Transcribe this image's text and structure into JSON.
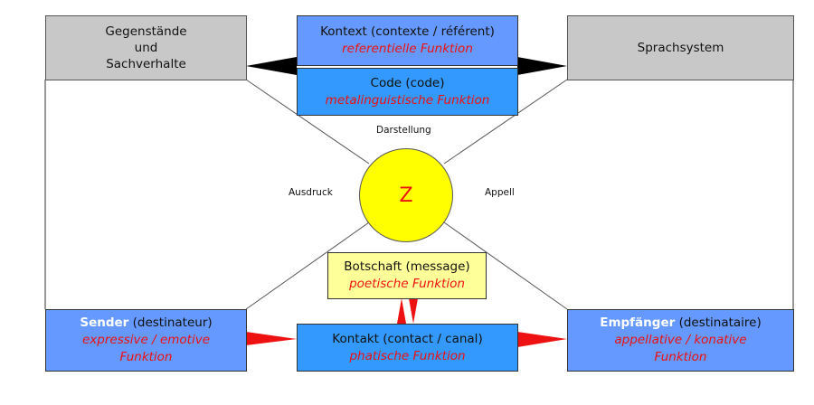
{
  "diagram": {
    "title": "Jakobson / Bühler Kommunikationsmodell",
    "colors": {
      "gray_box": "#c8c8c8",
      "light_blue_box": "#6699ff",
      "mid_blue_box": "#3399ff",
      "yellow_box": "#ffff99",
      "circle": "#ffff00",
      "function_text": "#ee1111",
      "black_arrow": "#000000",
      "red_arrow": "#ee1111"
    },
    "corners": {
      "top_left": {
        "lines": [
          "Gegenstände",
          "und",
          "Sachverhalte"
        ]
      },
      "top_right": {
        "label": "Sprachsystem"
      }
    },
    "context": {
      "label": "Kontext (contexte / référent)",
      "function": "referentielle Funktion"
    },
    "code": {
      "label": "Code (code)",
      "function": "metalinguistische Funktion"
    },
    "center": {
      "symbol": "Z"
    },
    "axes": {
      "top": "Darstellung",
      "left": "Ausdruck",
      "right": "Appell"
    },
    "message": {
      "label": "Botschaft (message)",
      "function": "poetische Funktion"
    },
    "contact": {
      "label": "Kontakt (contact / canal)",
      "function": "phatische Funktion"
    },
    "sender": {
      "name": "Sender",
      "french": "(destinateur)",
      "function_line1": "expressive / emotive",
      "function_line2": "Funktion"
    },
    "receiver": {
      "name": "Empfänger",
      "french": "(destinataire)",
      "function_line1": "appellative / konative",
      "function_line2": "Funktion"
    }
  }
}
